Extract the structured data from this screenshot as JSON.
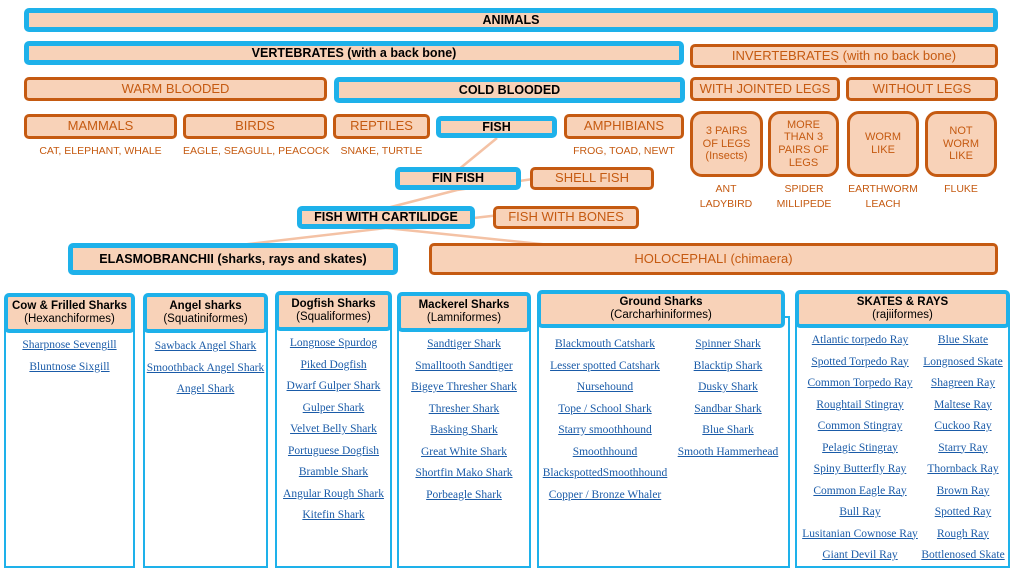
{
  "colors": {
    "blue_border": "#1eb1ea",
    "orange_border": "#c55a11",
    "fill": "#f8d2b8",
    "link": "#1a5ba8"
  },
  "animals": "ANIMALS",
  "vertebrates": "VERTEBRATES (with a back bone)",
  "invertebrates": "INVERTEBRATES (with no back bone)",
  "warm_blooded": "WARM BLOODED",
  "cold_blooded": "COLD BLOODED",
  "with_jointed_legs": "WITH JOINTED LEGS",
  "without_legs": "WITHOUT LEGS",
  "mammals": {
    "label": "MAMMALS",
    "examples": "CAT,  ELEPHANT, WHALE"
  },
  "birds": {
    "label": "BIRDS",
    "examples": "EAGLE, SEAGULL, PEACOCK"
  },
  "reptiles": {
    "label": "REPTILES",
    "examples": "SNAKE,  TURTLE"
  },
  "fish": "FISH",
  "amphibians": {
    "label": "AMPHIBIANS",
    "examples": "FROG, TOAD, NEWT"
  },
  "insects": {
    "label": "3 PAIRS OF LEGS (Insects)",
    "ex1": "ANT",
    "ex2": "LADYBIRD"
  },
  "spider": {
    "label": "MORE THAN 3 PAIRS OF LEGS",
    "ex1": "SPIDER",
    "ex2": "MILLIPEDE"
  },
  "worm": {
    "label": "WORM LIKE",
    "ex1": "EARTHWORM",
    "ex2": "LEACH"
  },
  "notworm": {
    "label": "NOT WORM LIKE",
    "ex1": "FLUKE"
  },
  "fin_fish": "FIN FISH",
  "shell_fish": "SHELL FISH",
  "fish_cartilidge": "FISH WITH CARTILIDGE",
  "fish_bones": "FISH WITH BONES",
  "elasmobranchii": "ELASMOBRANCHII (sharks, rays and skates)",
  "holocephali": "HOLOCEPHALI (chimaera)",
  "groups": [
    {
      "title": "Cow & Frilled Sharks",
      "sub": "(Hexanchiformes)",
      "items": [
        "Sharpnose Sevengill",
        "Bluntnose Sixgill"
      ]
    },
    {
      "title": "Angel sharks",
      "sub": "(Squatiniformes)",
      "items": [
        "Sawback Angel Shark",
        "Smoothback Angel Shark",
        "Angel Shark"
      ]
    },
    {
      "title": "Dogfish Sharks",
      "sub": "(Squaliformes)",
      "items": [
        "Longnose Spurdog",
        "Piked Dogfish",
        "Dwarf Gulper Shark",
        "Gulper Shark",
        "Velvet Belly Shark",
        "Portuguese Dogfish",
        "Bramble Shark",
        "Angular Rough Shark",
        "Kitefin Shark"
      ]
    },
    {
      "title": "Mackerel Sharks",
      "sub": "(Lamniformes)",
      "items": [
        "Sandtiger Shark",
        "Smalltooth  Sandtiger",
        "Bigeye Thresher Shark",
        "Thresher Shark",
        "Basking Shark",
        "Great White Shark",
        "Shortfin Mako Shark",
        "Porbeagle Shark"
      ]
    },
    {
      "title": "Ground Sharks",
      "sub": "(Carcharhiniformes)",
      "col1": [
        "Blackmouth Catshark",
        "Lesser spotted Catshark",
        "Nursehound",
        "Tope / School Shark",
        "Starry smoothhound",
        "Smoothhound",
        "BlackspottedSmoothhound",
        "Copper / Bronze Whaler"
      ],
      "col2": [
        "Spinner Shark",
        "Blacktip Shark",
        "Dusky Shark",
        "Sandbar Shark",
        "Blue Shark",
        "Smooth Hammerhead"
      ]
    },
    {
      "title": "SKATES & RAYS",
      "sub": "(rajiiformes)",
      "col1": [
        "Atlantic torpedo Ray",
        "Spotted Torpedo Ray",
        "Common Torpedo Ray",
        "Roughtail Stingray",
        "Common Stingray",
        "Pelagic Stingray",
        "Spiny Butterfly Ray",
        "Common Eagle Ray",
        "Bull Ray",
        "Lusitanian Cownose Ray",
        "Giant Devil Ray"
      ],
      "col2": [
        "Blue Skate",
        "Longnosed Skate",
        "Shagreen Ray",
        "Maltese Ray",
        "Cuckoo Ray",
        "Starry Ray",
        "Thornback Ray",
        "Brown Ray",
        "Spotted Ray",
        "Rough Ray",
        "Bottlenosed Skate"
      ]
    }
  ]
}
